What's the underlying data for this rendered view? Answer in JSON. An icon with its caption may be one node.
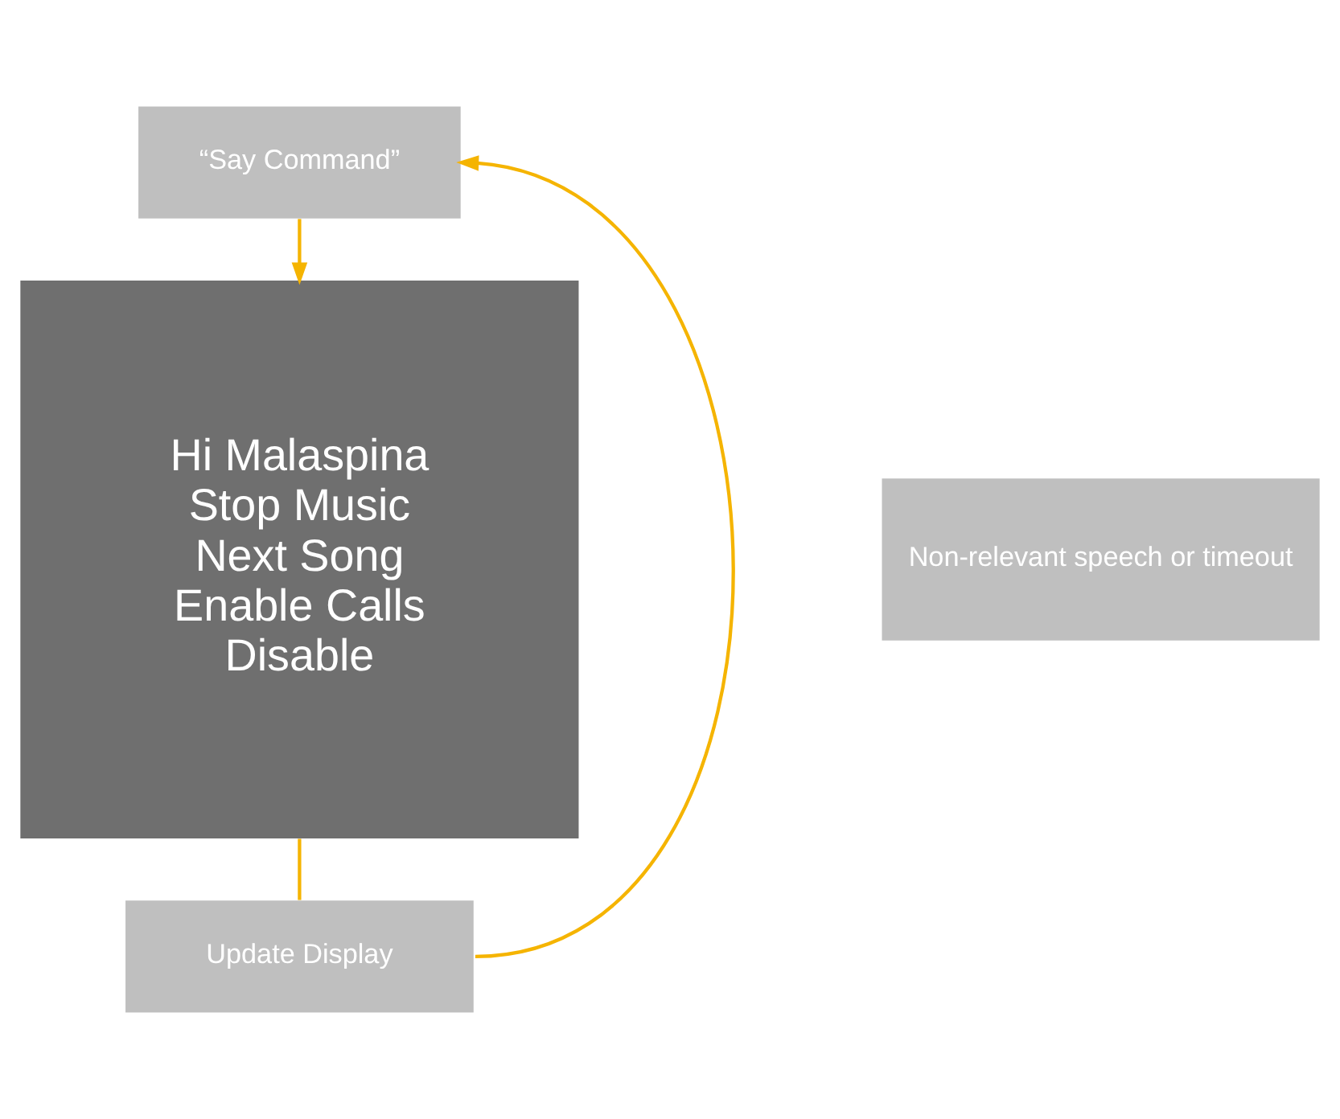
{
  "diagram": {
    "nodes": [
      {
        "text": [
          "“Say Command”"
        ]
      },
      {
        "text": [
          "Hi Malaspina",
          "Stop Music",
          "Next Song",
          "Enable Calls",
          "Disable"
        ]
      },
      {
        "text": [
          "Non-relevant speech or timeout"
        ]
      },
      {
        "text": [
          "Update Display"
        ]
      }
    ],
    "edges": [
      {
        "from": 0,
        "to": 1,
        "arrow": "to"
      },
      {
        "from": 1,
        "to": 3,
        "arrow": "none"
      },
      {
        "from": 3,
        "to": 0,
        "arrow": "to"
      }
    ]
  }
}
